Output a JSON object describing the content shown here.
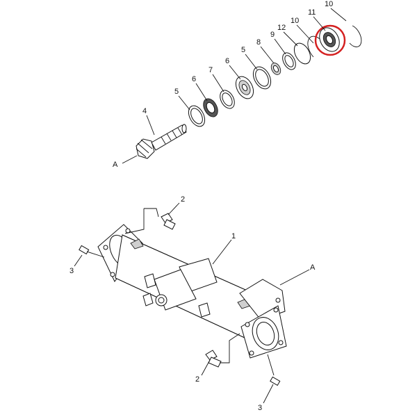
{
  "diagram": {
    "labels": {
      "a_top": "A",
      "p4": "4",
      "p5a": "5",
      "p6a": "6",
      "p7": "7",
      "p6b": "6",
      "p5b": "5",
      "p8": "8",
      "p9": "9",
      "p12": "12",
      "p10a": "10",
      "p11": "11",
      "p10b": "10",
      "p1": "1",
      "p2a": "2",
      "p2b": "2",
      "p3a": "3",
      "p3b": "3",
      "a_bottom": "A"
    },
    "highlight_color": "#d42020"
  }
}
